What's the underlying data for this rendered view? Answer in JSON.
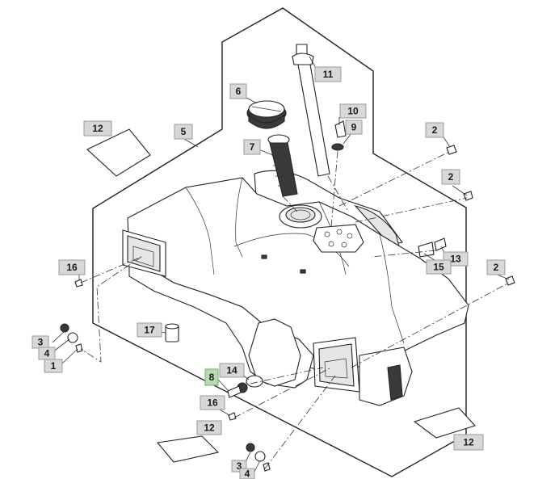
{
  "callouts": {
    "c1": "1",
    "c2a": "2",
    "c2b": "2",
    "c2c": "2",
    "c3a": "3",
    "c3b": "3",
    "c4a": "4",
    "c4b": "4",
    "c5": "5",
    "c6": "6",
    "c7": "7",
    "c8": "8",
    "c9": "9",
    "c10": "10",
    "c11": "11",
    "c12a": "12",
    "c12b": "12",
    "c12c": "12",
    "c13": "13",
    "c14": "14",
    "c15": "15",
    "c16a": "16",
    "c16b": "16",
    "c17": "17"
  },
  "colors": {
    "callout_fill": "#d8d8d8",
    "callout_highlight": "#b7dcb0",
    "line": "#222222"
  }
}
